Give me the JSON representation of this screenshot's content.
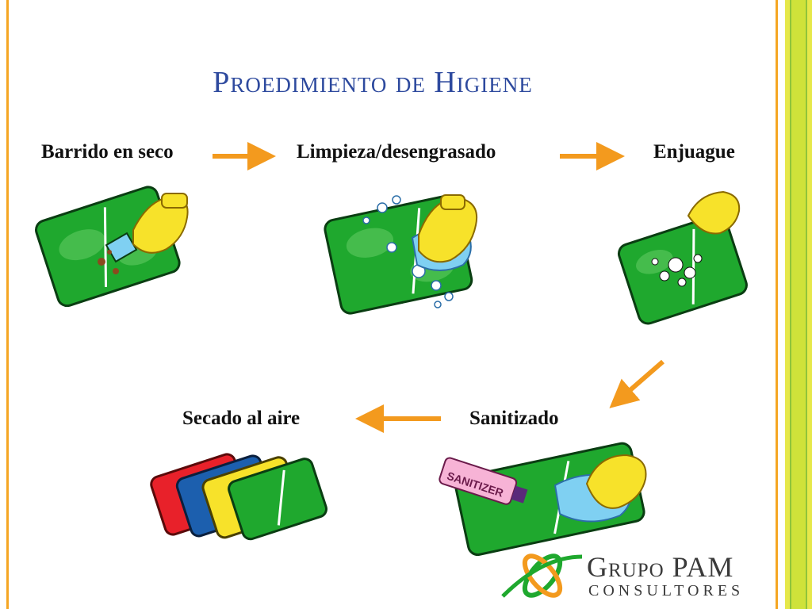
{
  "slide": {
    "title": "Proedimiento de Higiene",
    "steps": [
      {
        "label": "Barrido en seco"
      },
      {
        "label": "Limpieza/desengrasado"
      },
      {
        "label": "Enjuague"
      },
      {
        "label": "Sanitizado"
      },
      {
        "label": "Secado al aire"
      }
    ],
    "sanitizer_label": "SANITIZER"
  },
  "logo": {
    "line1": "Grupo PAM",
    "line2": "CONSULTORES"
  },
  "colors": {
    "title": "#2e4a9e",
    "arrow": "#f39a1e",
    "board_green": "#1fa82e",
    "glove_yellow": "#f7e22a",
    "frame": "#f5a623"
  }
}
